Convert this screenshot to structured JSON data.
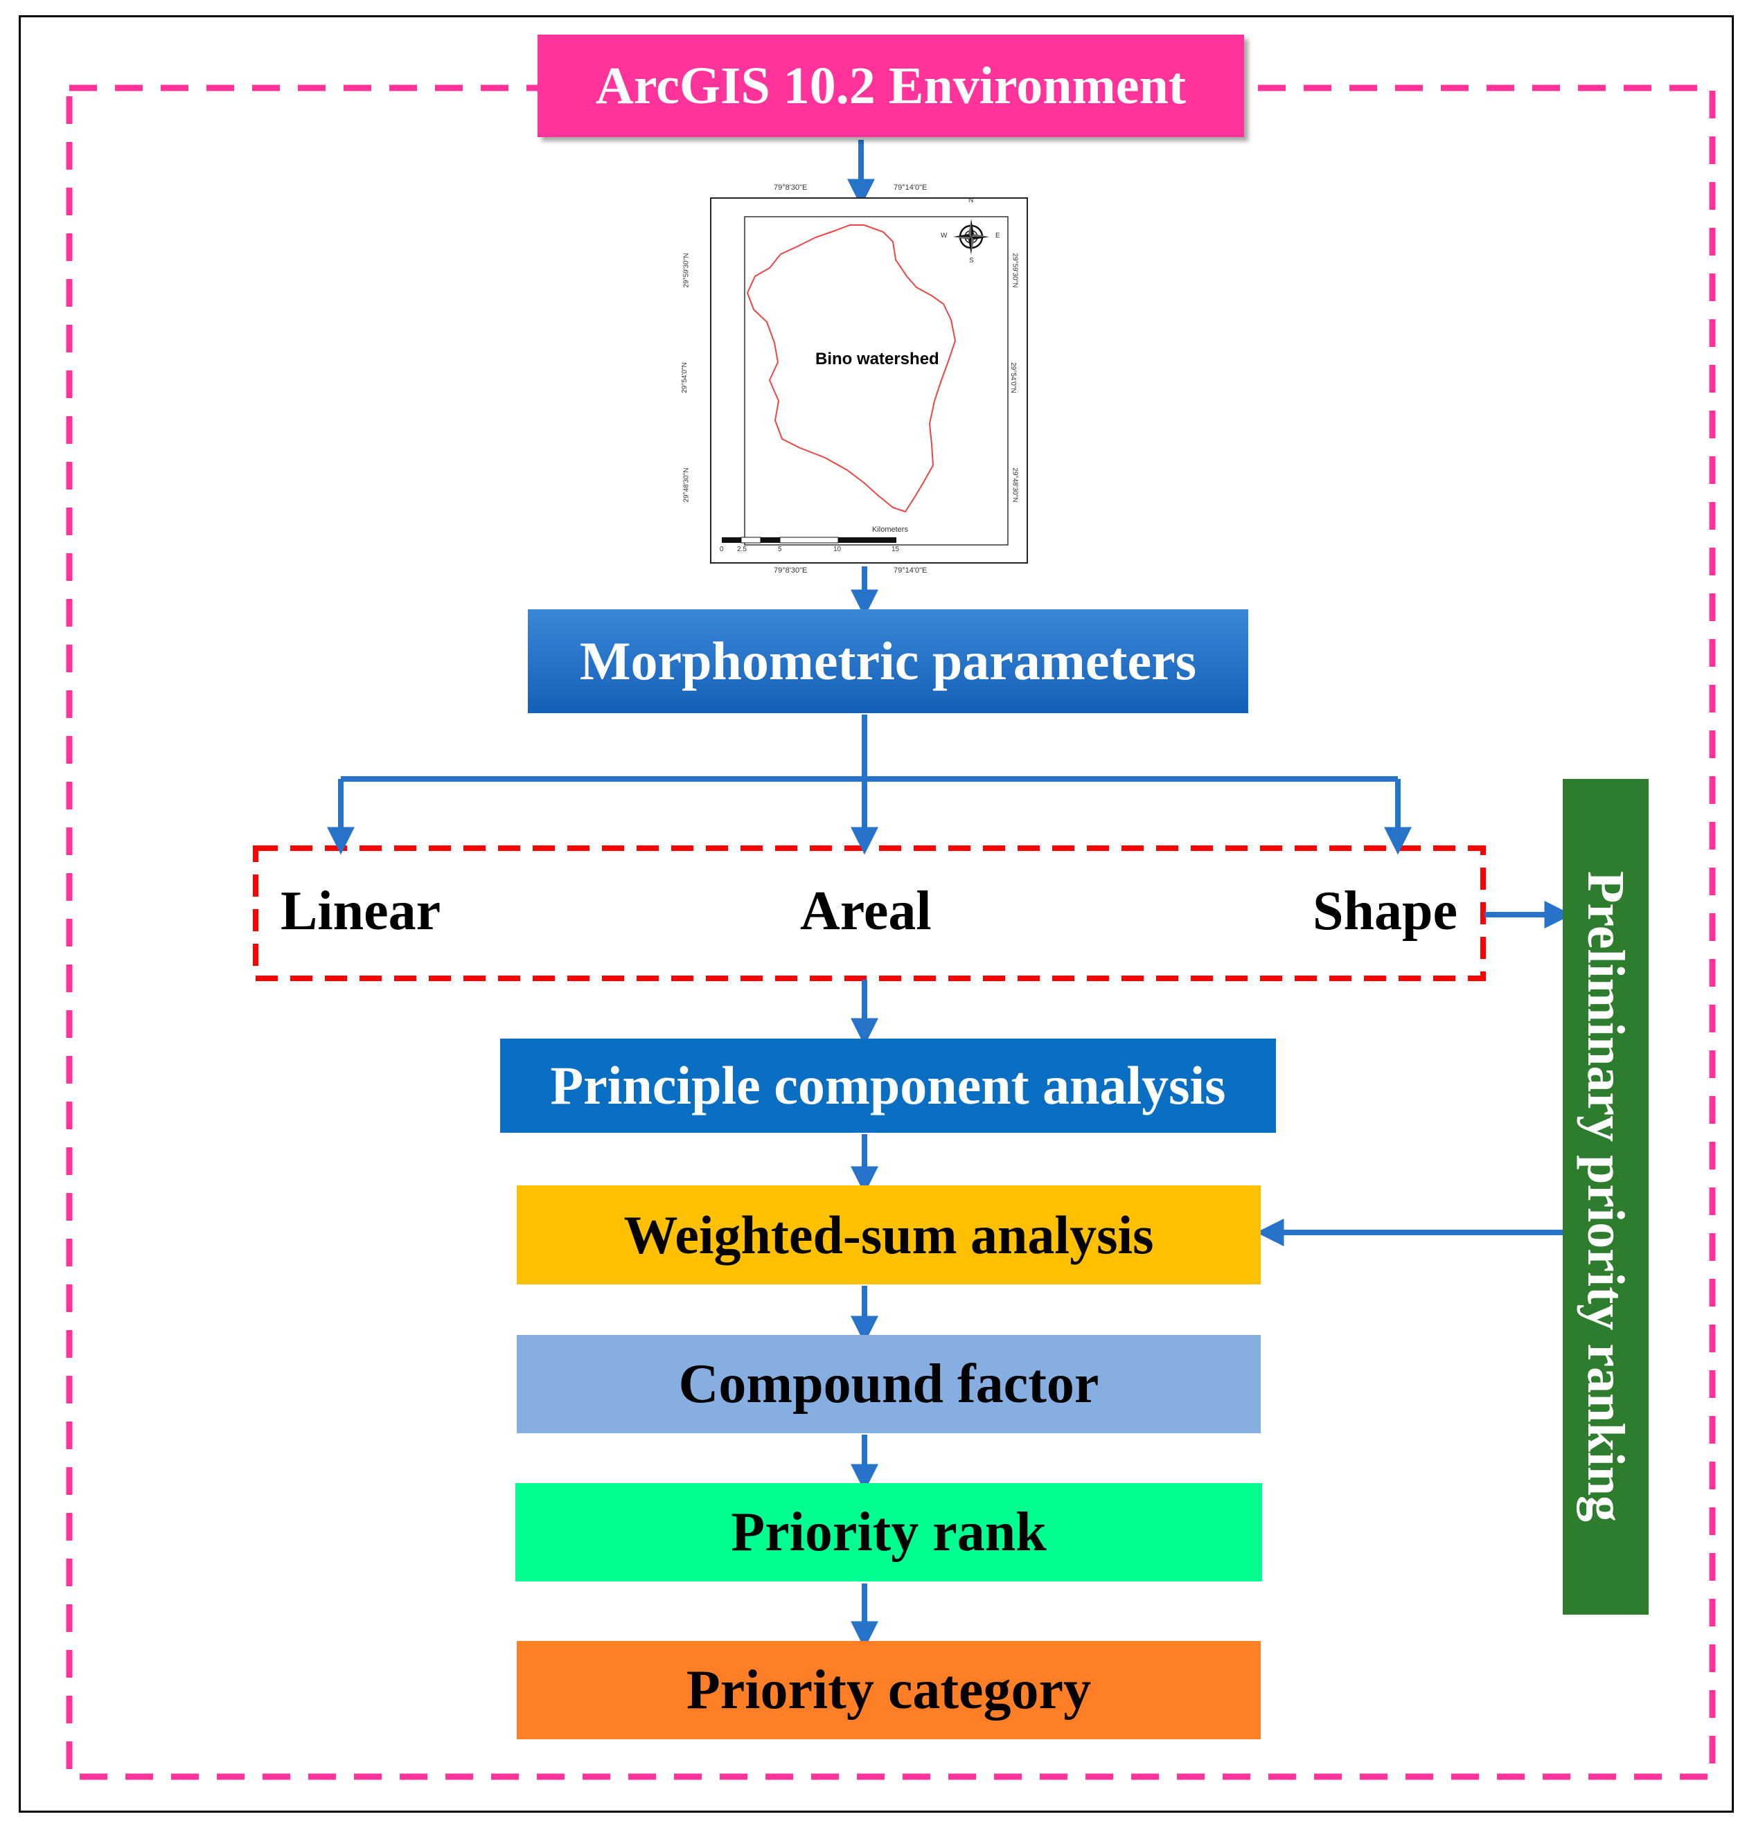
{
  "nodes": {
    "arcgis": "ArcGIS 10.2 Environment",
    "morpho": "Morphometric parameters",
    "linear": "Linear",
    "areal": "Areal",
    "shape": "Shape",
    "pca": "Principle component analysis",
    "weighted": "Weighted-sum analysis",
    "compound": "Compound factor",
    "priority_rank": "Priority rank",
    "priority_category": "Priority category",
    "preliminary": "Preliminary priority ranking"
  },
  "map": {
    "title": "Bino watershed",
    "top_ticks": [
      "79°8'30\"E",
      "79°14'0\"E"
    ],
    "bottom_ticks": [
      "79°8'30\"E",
      "79°14'0\"E"
    ],
    "left_ticks": [
      "29°59'30\"N",
      "29°54'0\"N",
      "29°48'30\"N"
    ],
    "right_ticks": [
      "29°59'30\"N",
      "29°54'0\"N",
      "29°48'30\"N"
    ],
    "scale_label": "Kilometers",
    "scale_values": [
      "0",
      "2.5",
      "5",
      "10",
      "15"
    ],
    "compass": {
      "n": "N",
      "s": "S",
      "e": "E",
      "w": "W"
    }
  },
  "colors": {
    "arcgis": "#ff3399",
    "morpho": "#1f6fc5",
    "pca": "#0a6fc2",
    "weighted": "#ffc000",
    "compound": "#86aee0",
    "priority_rank": "#00ff90",
    "priority_category": "#ff7f27",
    "preliminary": "#2e7d2e",
    "arrow": "#2673c9",
    "outer_dash": "#ff3399",
    "group_dash": "#ff0000"
  }
}
